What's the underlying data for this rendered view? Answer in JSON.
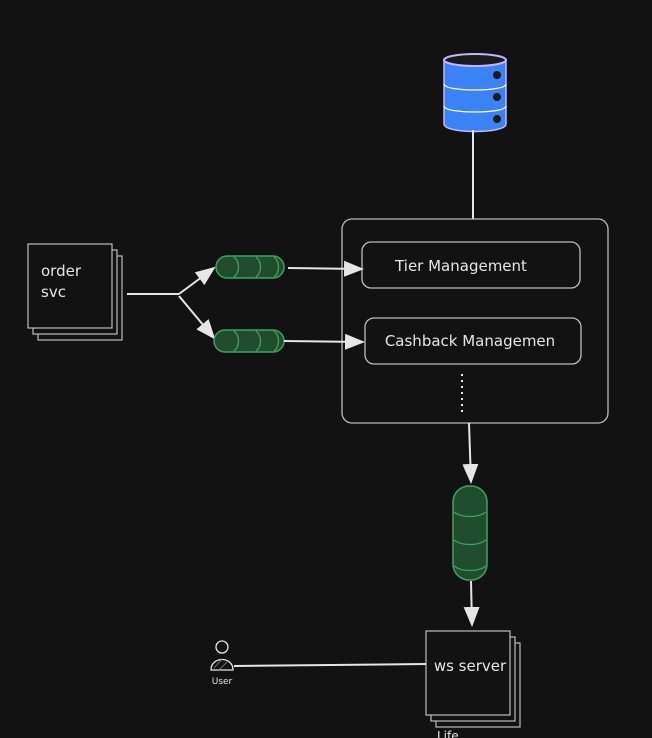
{
  "diagram": {
    "nodes": {
      "order_svc": {
        "line1": "order",
        "line2": "svc"
      },
      "tier_management": {
        "label": "Tier Management"
      },
      "cashback_management": {
        "label": "Cashback Managemen"
      },
      "ws_server": {
        "label": "ws server",
        "footer": "Life   ..."
      },
      "user": {
        "label": "User"
      }
    }
  },
  "colors": {
    "background": "#121212",
    "stroke": "#e6e6e6",
    "queue_fill": "#1f4d2e",
    "queue_stroke": "#3fa35f",
    "db_fill": "#3b82f6",
    "db_stroke": "#bfb8ff"
  },
  "icons": [
    "database-icon",
    "queue-icon",
    "user-icon"
  ]
}
